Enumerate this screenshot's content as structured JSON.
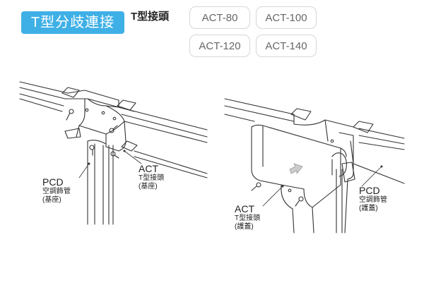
{
  "header": {
    "badge": "T型分歧連接",
    "subtitle": "T型接頭"
  },
  "models": [
    "ACT-80",
    "ACT-100",
    "ACT-120",
    "ACT-140"
  ],
  "left_diagram": {
    "pcd_label": {
      "code": "PCD",
      "line1": "空調飾管",
      "line2": "(基座)"
    },
    "act_label": {
      "code": "ACT",
      "line1": "T型接頭",
      "line2": "(基座)"
    }
  },
  "right_diagram": {
    "act_label": {
      "code": "ACT",
      "line1": "T型接頭",
      "line2": "(護蓋)"
    },
    "pcd_label": {
      "code": "PCD",
      "line1": "空調飾管",
      "line2": "(護蓋)"
    }
  }
}
